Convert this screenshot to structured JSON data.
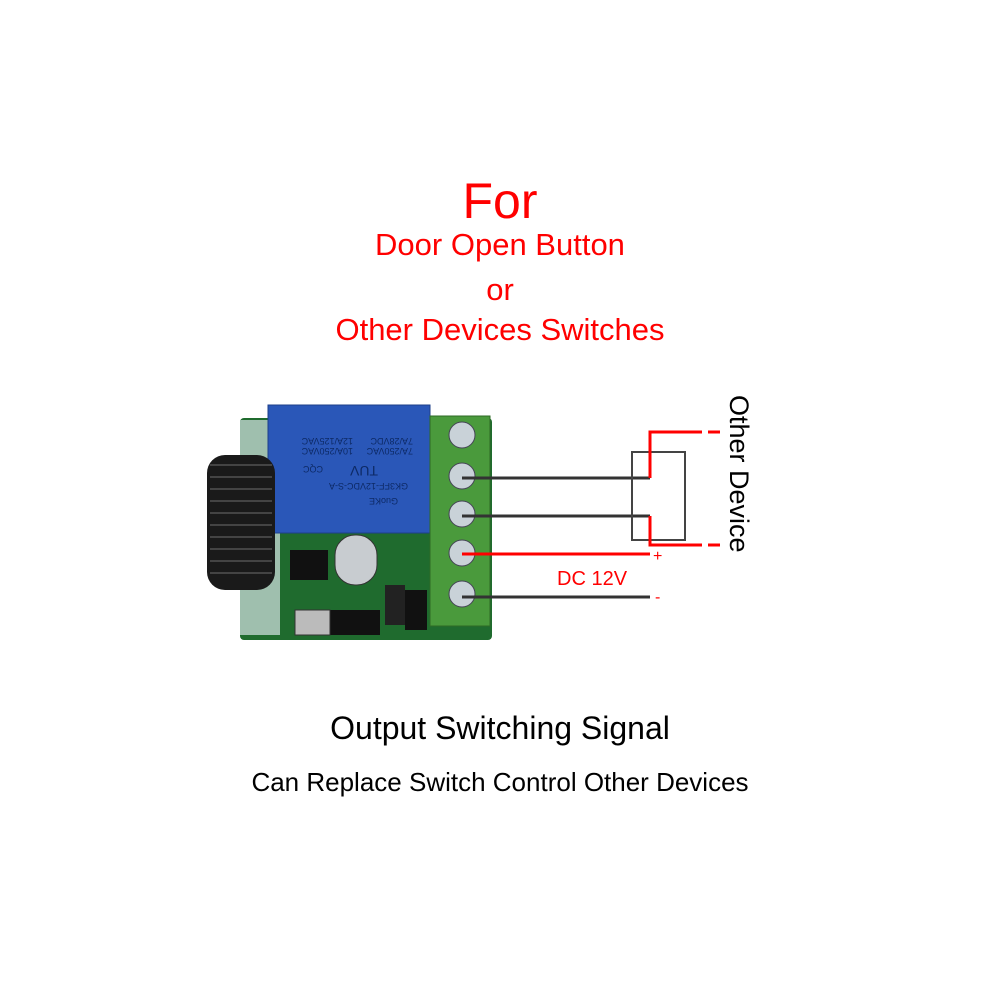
{
  "heading": {
    "for": "For",
    "line1": "Door Open Button",
    "line2": "or",
    "line3": "Other Devices Switches"
  },
  "diagram": {
    "device_label": "Other Device",
    "power_label": "DC 12V",
    "plus": "+",
    "minus": "-",
    "relay_text": [
      "7A/28VDC",
      "12A/125VAC",
      "7A/250VAC",
      "10A/250VAC",
      "GK3FF-12VDC-S-A",
      "GuoKE",
      "TUV",
      "CQC"
    ],
    "colors": {
      "red": "#ff0000",
      "wire": "#333333",
      "relay": "#2a57b8",
      "terminal": "#4a9a3c",
      "pcb": "#1f6b2e"
    }
  },
  "caption": {
    "title": "Output Switching Signal",
    "subtitle": "Can Replace Switch Control Other Devices"
  }
}
